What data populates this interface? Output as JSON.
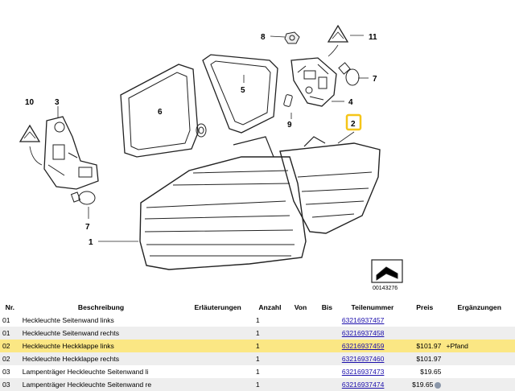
{
  "diagram": {
    "callouts": [
      "1",
      "2",
      "3",
      "4",
      "5",
      "6",
      "7",
      "7",
      "8",
      "9",
      "10",
      "11"
    ],
    "highlighted_callout": "2",
    "doc_id": "00143276",
    "highlight_color": "#f5c518"
  },
  "table": {
    "headers": {
      "nr": "Nr.",
      "beschreibung": "Beschreibung",
      "erlaeuterungen": "Erläuterungen",
      "anzahl": "Anzahl",
      "von": "Von",
      "bis": "Bis",
      "teilenummer": "Teilenummer",
      "preis": "Preis",
      "ergaenzungen": "Ergänzungen"
    },
    "rows": [
      {
        "nr": "01",
        "beschreibung": "Heckleuchte Seitenwand links",
        "erlaeuterungen": "",
        "anzahl": "1",
        "von": "",
        "bis": "",
        "teilenummer": "63216937457",
        "preis": "",
        "ergaenzungen": ""
      },
      {
        "nr": "01",
        "beschreibung": "Heckleuchte Seitenwand rechts",
        "erlaeuterungen": "",
        "anzahl": "1",
        "von": "",
        "bis": "",
        "teilenummer": "63216937458",
        "preis": "",
        "ergaenzungen": ""
      },
      {
        "nr": "02",
        "beschreibung": "Heckleuchte Heckklappe links",
        "erlaeuterungen": "",
        "anzahl": "1",
        "von": "",
        "bis": "",
        "teilenummer": "63216937459",
        "preis": "$101.97",
        "ergaenzungen": "+Pfand"
      },
      {
        "nr": "02",
        "beschreibung": "Heckleuchte Heckklappe rechts",
        "erlaeuterungen": "",
        "anzahl": "1",
        "von": "",
        "bis": "",
        "teilenummer": "63216937460",
        "preis": "$101.97",
        "ergaenzungen": ""
      },
      {
        "nr": "03",
        "beschreibung": "Lampenträger Heckleuchte Seitenwand li",
        "erlaeuterungen": "",
        "anzahl": "1",
        "von": "",
        "bis": "",
        "teilenummer": "63216937473",
        "preis": "$19.65",
        "ergaenzungen": ""
      },
      {
        "nr": "03",
        "beschreibung": "Lampenträger Heckleuchte Seitenwand re",
        "erlaeuterungen": "",
        "anzahl": "1",
        "von": "",
        "bis": "",
        "teilenummer": "63216937474",
        "preis": "$19.65",
        "ergaenzungen": ""
      }
    ],
    "highlighted_row": 2,
    "deposit_icon_row": 5,
    "deposit_icon": "deposit-coin-icon"
  }
}
